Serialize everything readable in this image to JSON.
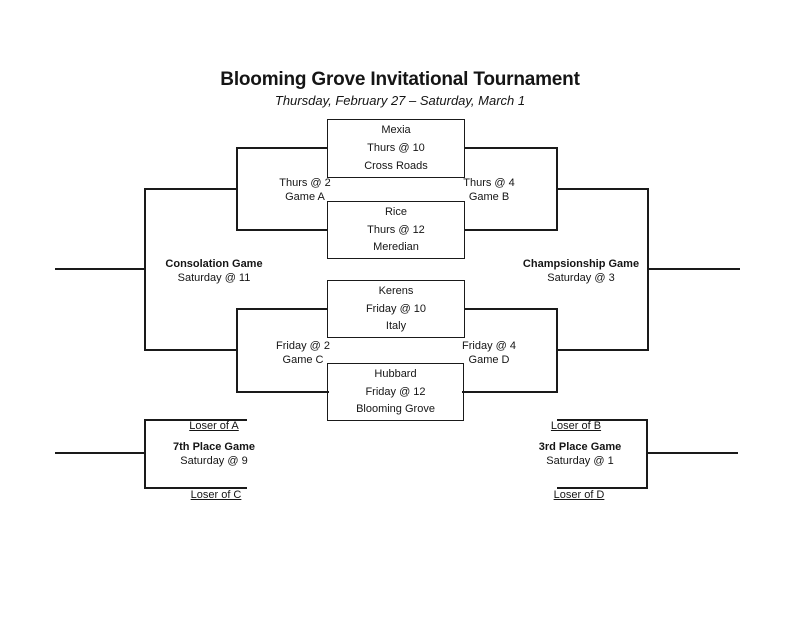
{
  "header": {
    "title": "Blooming Grove Invitational Tournament",
    "subtitle": "Thursday, February 27 – Saturday, March 1"
  },
  "first_round_boxes": [
    {
      "top_team": "Mexia",
      "time": "Thurs @ 10",
      "bottom_team": "Cross Roads"
    },
    {
      "top_team": "Rice",
      "time": "Thurs @ 12",
      "bottom_team": "Meredian"
    },
    {
      "top_team": "Kerens",
      "time": "Friday @ 10",
      "bottom_team": "Italy"
    },
    {
      "top_team": "Hubbard",
      "time": "Friday @ 12",
      "bottom_team": "Blooming Grove"
    }
  ],
  "second_round_labels": [
    {
      "time": "Thurs @ 2",
      "game": "Game A"
    },
    {
      "time": "Thurs @ 4",
      "game": "Game B"
    },
    {
      "time": "Friday @ 2",
      "game": "Game C"
    },
    {
      "time": "Friday @ 4",
      "game": "Game D"
    }
  ],
  "finals": {
    "consolation": {
      "name": "Consolation Game",
      "time": "Saturday @ 11"
    },
    "championship": {
      "name": "Champsionship Game",
      "time": "Saturday @ 3"
    }
  },
  "placement_games": {
    "seventh": {
      "top_seed": "Loser of A",
      "name": "7th Place Game",
      "time": "Saturday @ 9",
      "bottom_seed": "Loser of C"
    },
    "third": {
      "top_seed": "Loser of B",
      "name": "3rd Place Game",
      "time": "Saturday @ 1",
      "bottom_seed": "Loser of D"
    }
  },
  "colors": {
    "line": "#1a1a1a",
    "text": "#151515",
    "background": "#ffffff"
  }
}
